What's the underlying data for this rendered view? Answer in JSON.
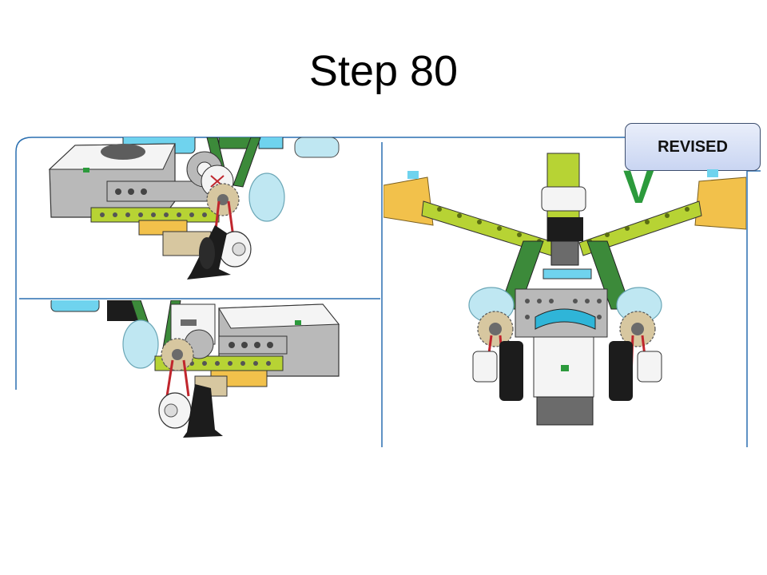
{
  "slide": {
    "title": "Step 80",
    "badge": "REVISED",
    "check_mark": "V"
  },
  "colors": {
    "frame_line": "#2a6fb0",
    "lime": "#b7d334",
    "dark_green": "#3c8a3a",
    "yellow": "#f2c14b",
    "gray": "#b9b9b9",
    "dark_gray": "#6b6b6b",
    "white": "#f4f4f4",
    "azure": "#6fd3ee",
    "trans_blue": "#bfe7f2",
    "black": "#1c1c1c",
    "red": "#c0262d",
    "tan": "#d7c7a0",
    "check_green": "#2c9a3c"
  },
  "panels": {
    "top_left": "model-side-view-upper",
    "bottom_left": "model-side-view-lower",
    "right": "model-front-view"
  }
}
